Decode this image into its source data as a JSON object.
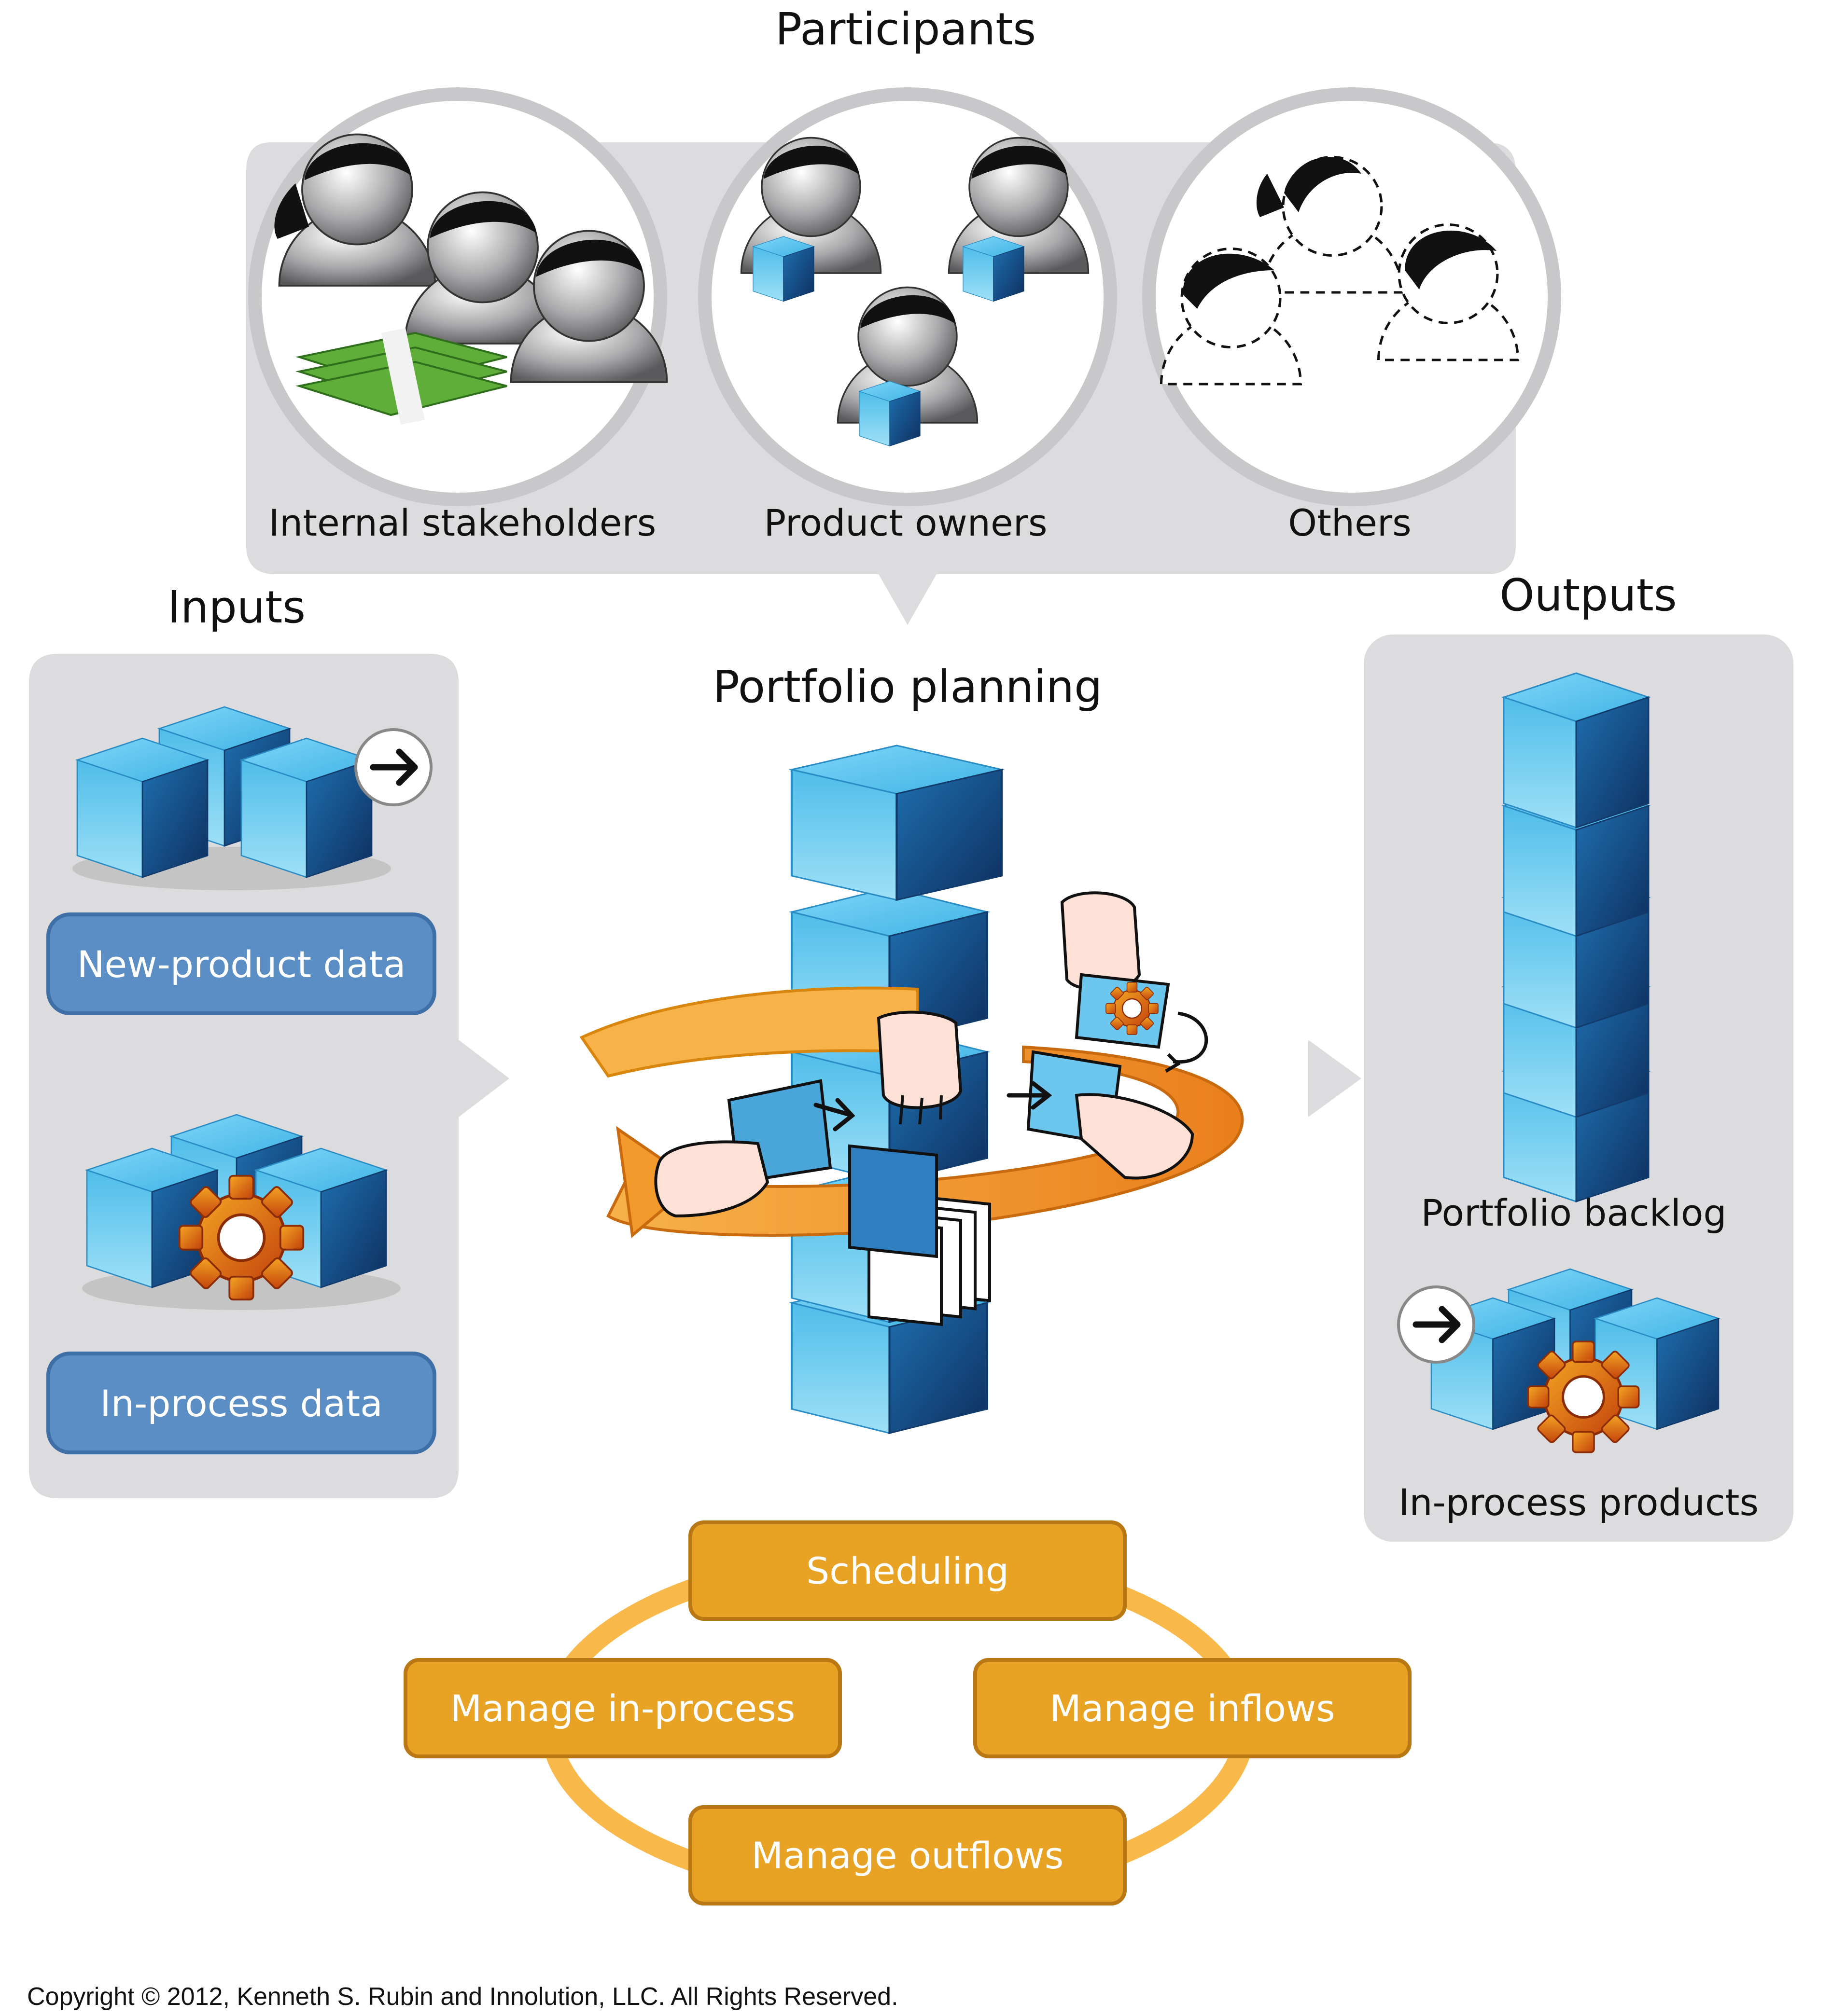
{
  "participants": {
    "title": "Participants",
    "groups": [
      {
        "label": "Internal stakeholders"
      },
      {
        "label": "Product owners"
      },
      {
        "label": "Others"
      }
    ]
  },
  "inputs": {
    "title": "Inputs",
    "items": [
      {
        "label": "New-product data"
      },
      {
        "label": "In-process data"
      }
    ]
  },
  "center": {
    "title": "Portfolio planning"
  },
  "outputs": {
    "title": "Outputs",
    "items": [
      {
        "label": "Portfolio backlog"
      },
      {
        "label": "In-process products"
      }
    ]
  },
  "activities": {
    "top": "Scheduling",
    "left": "Manage in-process",
    "right": "Manage inflows",
    "bottom": "Manage outflows"
  },
  "footer": {
    "copyright": "Copyright © 2012, Kenneth S. Rubin and Innolution, LLC. All Rights Reserved."
  },
  "colors": {
    "panel": "#dcdcde",
    "cube": "#3ba3d8",
    "button_blue": "#5b8ec4",
    "activity_orange": "#e8a224",
    "ring_orange": "#f39a2c",
    "money_green": "#5fae3a"
  }
}
